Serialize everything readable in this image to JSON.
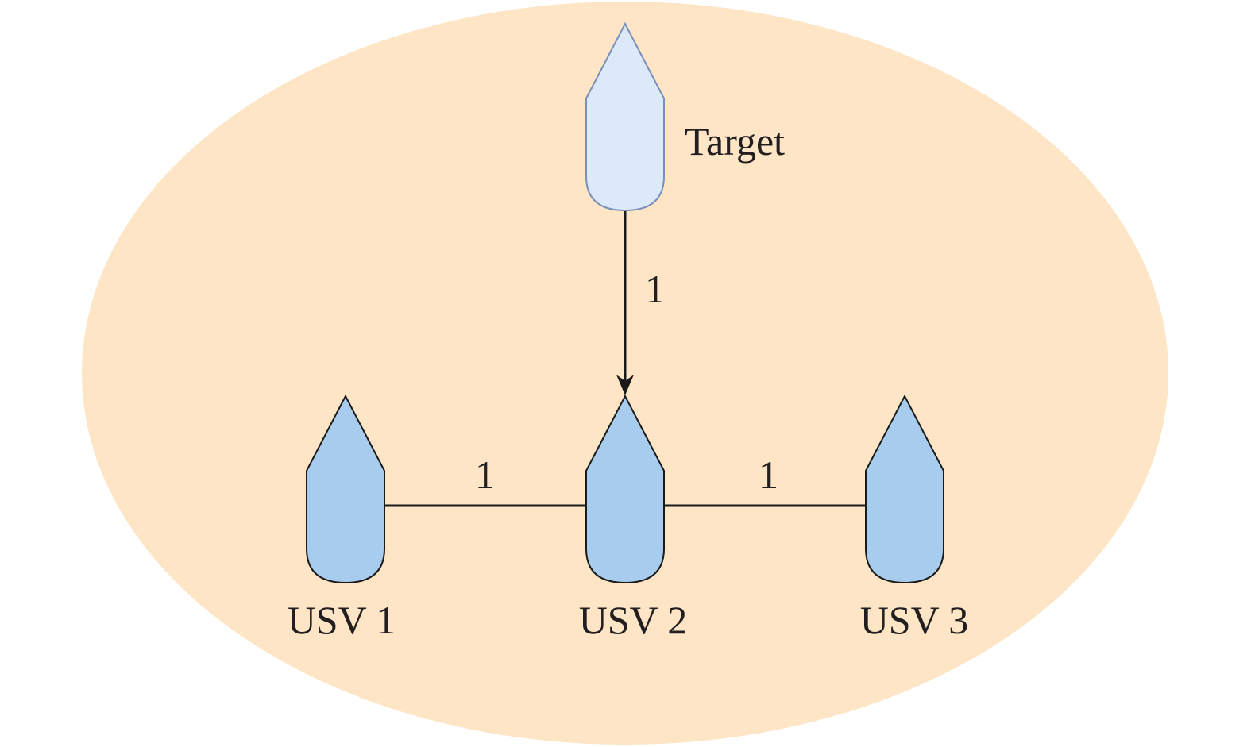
{
  "diagram": {
    "colors": {
      "region_fill": "#fde5c6",
      "agent_fill": "#a8ccee",
      "target_fill": "#dce9f8",
      "target_stroke": "#7a8fba",
      "agent_stroke": "#1a1a1a",
      "edge_stroke": "#1a1a1a",
      "text": "#231f20"
    },
    "nodes": {
      "target": {
        "label": "Target",
        "shape": "boat-icon"
      },
      "usv1": {
        "label": "USV 1",
        "shape": "boat-icon"
      },
      "usv2": {
        "label": "USV 2",
        "shape": "boat-icon"
      },
      "usv3": {
        "label": "USV 3",
        "shape": "boat-icon"
      }
    },
    "edges": {
      "target_to_usv2": {
        "from": "Target",
        "to": "USV 2",
        "weight": "1",
        "directed": true
      },
      "usv1_usv2": {
        "from": "USV 1",
        "to": "USV 2",
        "weight": "1",
        "directed": false
      },
      "usv2_usv3": {
        "from": "USV 2",
        "to": "USV 3",
        "weight": "1",
        "directed": false
      }
    }
  }
}
